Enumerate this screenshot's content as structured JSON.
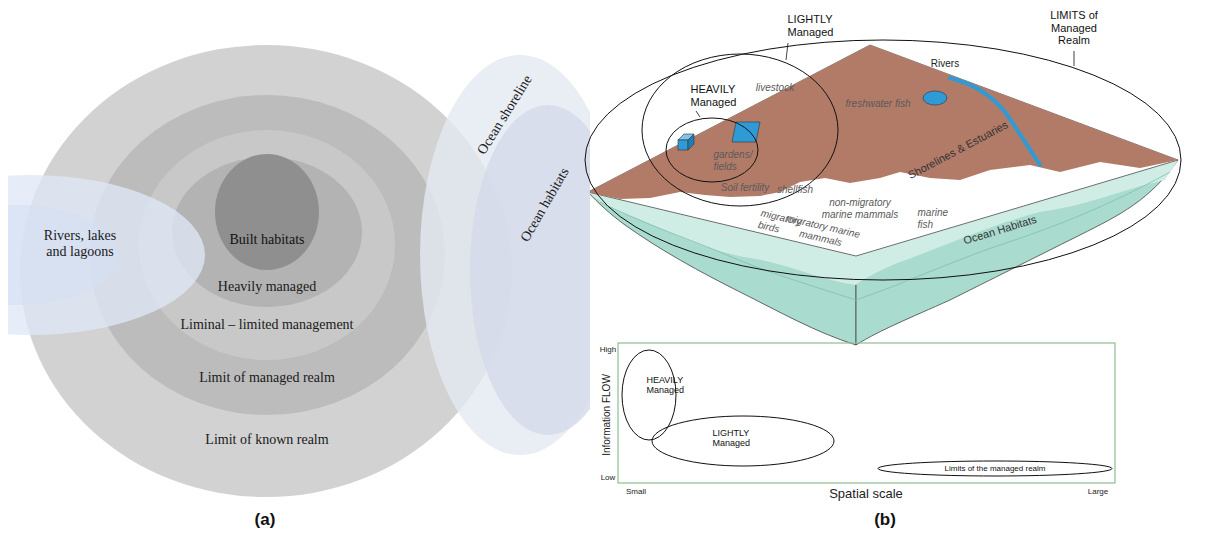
{
  "diagram": {
    "nodes": [
      {
        "text": [
          "Limit of known realm"
        ]
      },
      {
        "text": [
          "Limit of managed realm"
        ],
        "in": 0
      },
      {
        "text": [
          "Liminal – limited management"
        ],
        "in": 1
      },
      {
        "text": [
          "Heavily managed"
        ],
        "in": 2
      },
      {
        "text": [
          "Built habitats"
        ],
        "in": 3
      },
      {
        "text": [
          "Rivers, lakes and lagoons"
        ]
      },
      {
        "text": [
          "Ocean shoreline"
        ]
      },
      {
        "text": [
          "Ocean habitats"
        ]
      },
      {
        "text": [
          "LIMITS of Managed Realm"
        ]
      },
      {
        "text": [
          "LIGHTLY Managed"
        ],
        "in": 8
      },
      {
        "text": [
          "HEAVILY Managed"
        ],
        "in": 9
      },
      {
        "text": [
          "HEAVILY Managed"
        ]
      },
      {
        "text": [
          "LIGHTLY Managed"
        ]
      },
      {
        "text": [
          "Limits of the managed realm"
        ]
      }
    ],
    "labels": [
      "(a)",
      "(b)",
      "livestock",
      "gardens/ fields",
      "Soil fertility",
      "freshwater fish",
      "Rivers",
      "Shorelines & Estuaries",
      "shellfish",
      "non-migratory marine mammals",
      "migratory birds",
      "migratory marine mammals",
      "marine fish",
      "Ocean Habitats",
      "Information FLOW",
      "Spatial scale",
      "High",
      "Low",
      "Small",
      "Large"
    ]
  }
}
